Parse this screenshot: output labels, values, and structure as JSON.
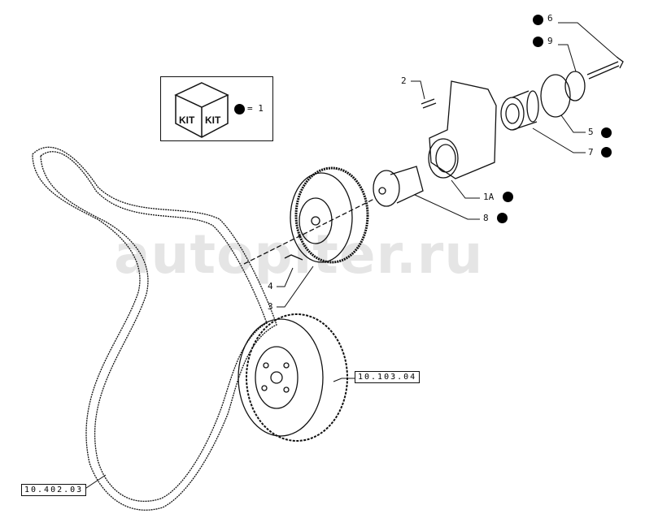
{
  "watermark": "autopiter.ru",
  "legend": {
    "kit_text_left": "KIT",
    "kit_text_right": "KIT",
    "equals": "= 1"
  },
  "callouts": [
    {
      "id": "6",
      "kit": true
    },
    {
      "id": "9",
      "kit": true
    },
    {
      "id": "2",
      "kit": false
    },
    {
      "id": "5",
      "kit": true
    },
    {
      "id": "7",
      "kit": true
    },
    {
      "id": "1A",
      "kit": true
    },
    {
      "id": "8",
      "kit": true
    },
    {
      "id": "4",
      "kit": false
    },
    {
      "id": "3",
      "kit": false
    }
  ],
  "references": [
    "10.103.04",
    "10.402.03"
  ]
}
